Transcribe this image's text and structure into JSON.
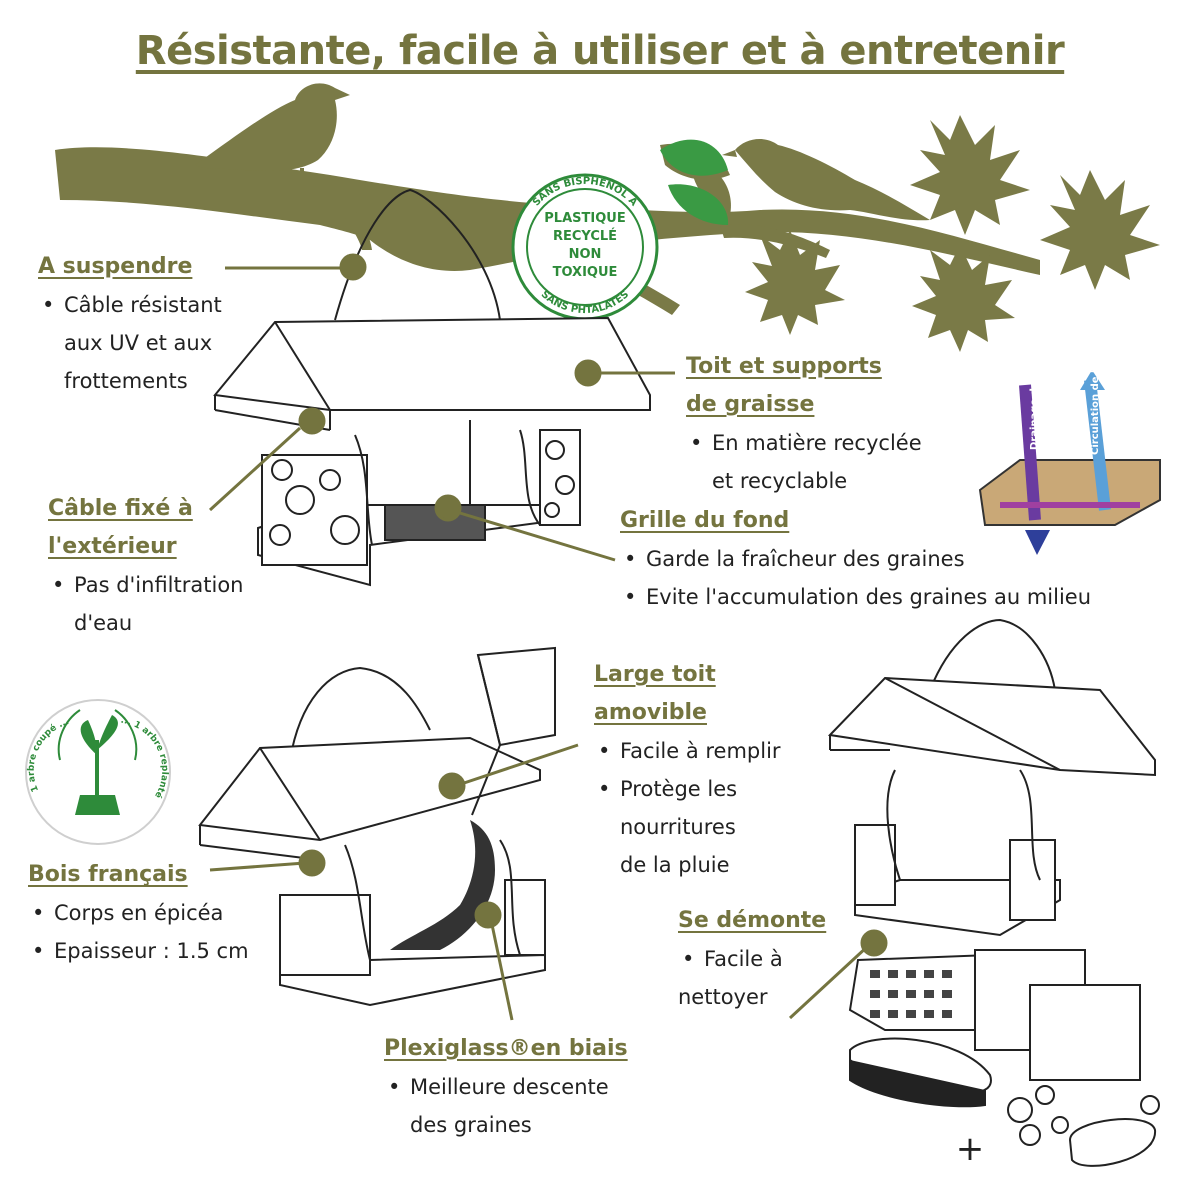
{
  "title": "Résistante, facile à utiliser et à entretenir",
  "badge": {
    "top": "SANS BISPHENOL A",
    "bottom": "SANS PHTALATES",
    "lines": [
      "PLASTIQUE",
      "RECYCLÉ",
      "NON",
      "TOXIQUE"
    ],
    "color": "#2e8b3a"
  },
  "tree_badge": {
    "left": "1 arbre coupé ...",
    "right": "... 1 arbre replanté"
  },
  "diagram_labels": {
    "drainage": "Drainage de l'eau",
    "air": "Circulation de l'air"
  },
  "features": {
    "suspendre": {
      "heading": "A suspendre",
      "lines": [
        "Câble résistant",
        "aux UV et aux",
        "frottements"
      ]
    },
    "toit_supports": {
      "heading_lines": [
        "Toit et supports",
        "de graisse"
      ],
      "lines": [
        "En matière recyclée",
        "et recyclable"
      ]
    },
    "cable_exterieur": {
      "heading_lines": [
        "Câble fixé à",
        "l'extérieur"
      ],
      "lines": [
        "Pas d'infiltration",
        "d'eau"
      ]
    },
    "grille": {
      "heading": "Grille du fond",
      "items": [
        "Garde la fraîcheur des graines",
        "Evite l'accumulation des graines au milieu"
      ]
    },
    "large_toit": {
      "heading_lines": [
        "Large toit",
        "amovible"
      ],
      "items": [
        "Facile à remplir"
      ],
      "item2_lines": [
        "Protège les",
        "nourritures",
        "de la pluie"
      ]
    },
    "bois": {
      "heading": "Bois français",
      "items": [
        "Corps en épicéa",
        "Epaisseur : 1.5 cm"
      ]
    },
    "demonte": {
      "heading": "Se démonte",
      "lines": [
        "Facile à",
        "nettoyer"
      ]
    },
    "plexi": {
      "heading": "Plexiglass®en biais",
      "lines": [
        "Meilleure descente",
        "des graines"
      ]
    }
  },
  "plus_sign": "+",
  "colors": {
    "olive": "#74743f",
    "green": "#2e8b3a",
    "dark": "#222222"
  }
}
